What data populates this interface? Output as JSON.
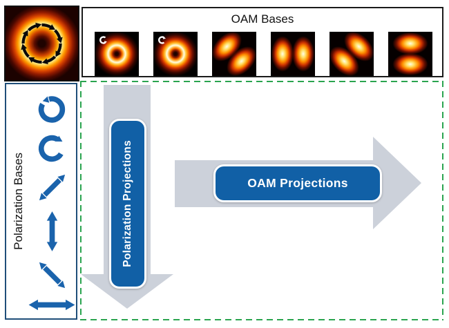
{
  "colors": {
    "accent_blue": "#1160a6",
    "icon_blue": "#1a63ac",
    "arrow_gray": "#ccd1da",
    "dash_green": "#2aa44f",
    "panel_border_black": "#1a1a1a",
    "panel_border_blue": "#1f4e79"
  },
  "hero": {
    "icon": "donut-mode-with-clockwise-arrow-ring-icon"
  },
  "oam_panel": {
    "title": "OAM Bases",
    "thumbnails": [
      {
        "id": "donut-ccw",
        "kind": "donut-mode",
        "marker_icon": "ccw-arc-icon"
      },
      {
        "id": "donut-cw",
        "kind": "donut-mode",
        "marker_icon": "cw-arc-icon"
      },
      {
        "id": "lobes-diagonal-down",
        "kind": "two-lobe-mode",
        "orientation": "diagonal-down"
      },
      {
        "id": "lobes-horizontal",
        "kind": "two-lobe-mode",
        "orientation": "horizontal"
      },
      {
        "id": "lobes-diagonal-up",
        "kind": "two-lobe-mode",
        "orientation": "diagonal-up"
      },
      {
        "id": "lobes-vertical",
        "kind": "two-lobe-mode",
        "orientation": "vertical"
      }
    ]
  },
  "polarization_panel": {
    "title": "Polarization Bases",
    "icons": [
      "ccw-circular-arrow-icon",
      "cw-circular-arrow-icon",
      "diagonal-up-double-arrow-icon",
      "vertical-double-arrow-icon",
      "diagonal-down-double-arrow-icon",
      "horizontal-double-arrow-icon"
    ]
  },
  "projections": {
    "vertical_arrow_label": "Polarization Projections",
    "horizontal_arrow_label": "OAM Projections"
  }
}
